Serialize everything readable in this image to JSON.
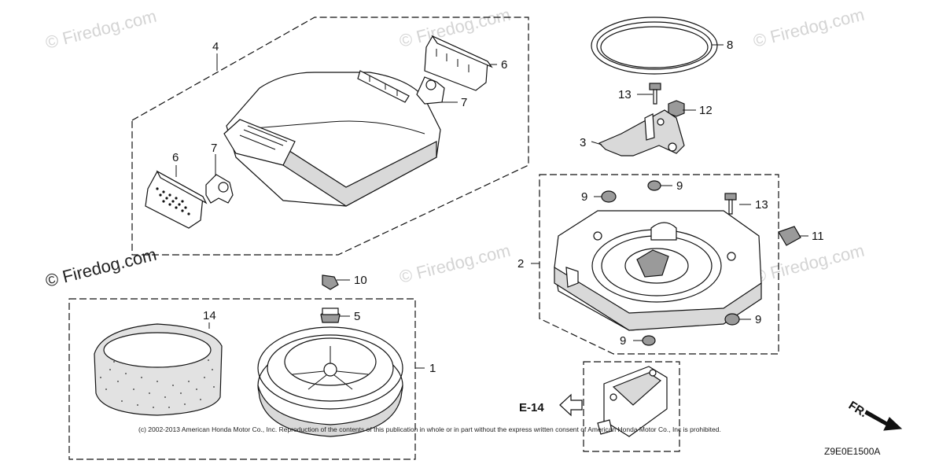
{
  "watermark": "© Firedog.com",
  "callouts": {
    "c1": "1",
    "c2": "2",
    "c3": "3",
    "c4": "4",
    "c5": "5",
    "c6a": "6",
    "c6b": "6",
    "c7a": "7",
    "c7b": "7",
    "c8": "8",
    "c9a": "9",
    "c9b": "9",
    "c9c": "9",
    "c9d": "9",
    "c10": "10",
    "c11": "11",
    "c12": "12",
    "c13a": "13",
    "c13b": "13",
    "c14": "14"
  },
  "ref_label": "E-14",
  "front_label": "FR.",
  "copyright": "(c) 2002-2013 American Honda Motor Co., Inc. Reproduction of the contents of this publication in whole or in part without the express written consent of American Honda Motor Co., Inc is prohibited.",
  "diagram_code": "Z9E0E1500A",
  "colors": {
    "line": "#111111",
    "shade": "#d9d9d9",
    "watermark": "#d4d4d4"
  }
}
